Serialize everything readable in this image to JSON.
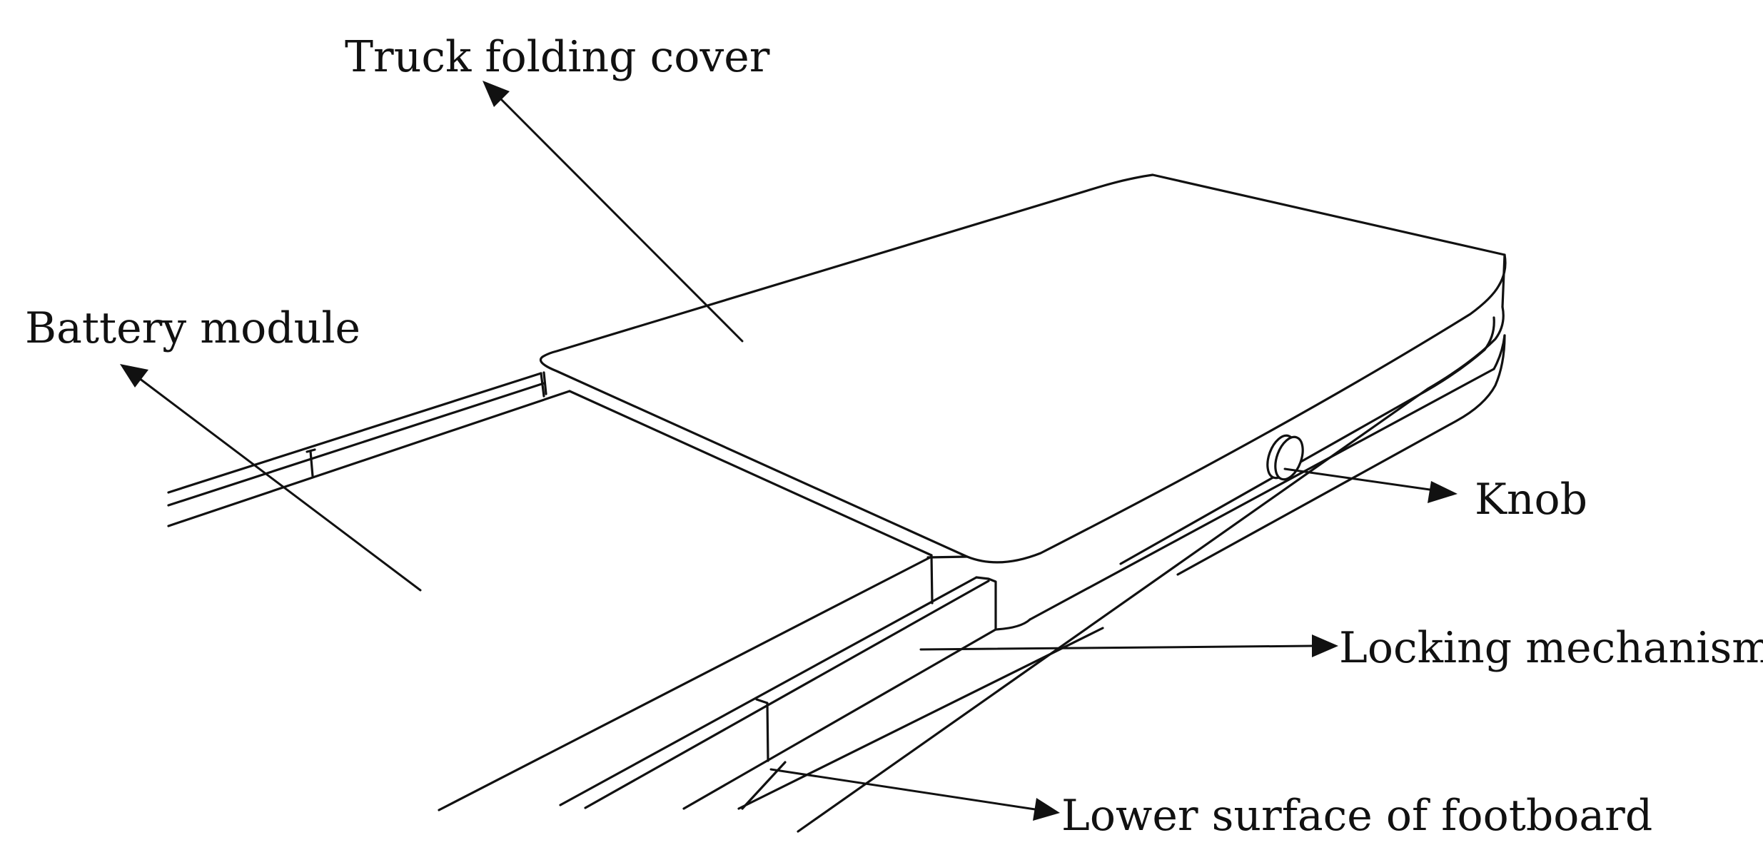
{
  "labels": {
    "truck_folding_cover": "Truck folding cover",
    "battery_module": "Battery module",
    "knob": "Knob",
    "locking_mechanism": "Locking mechanism",
    "lower_surface_of_footboard": "Lower surface of footboard"
  }
}
